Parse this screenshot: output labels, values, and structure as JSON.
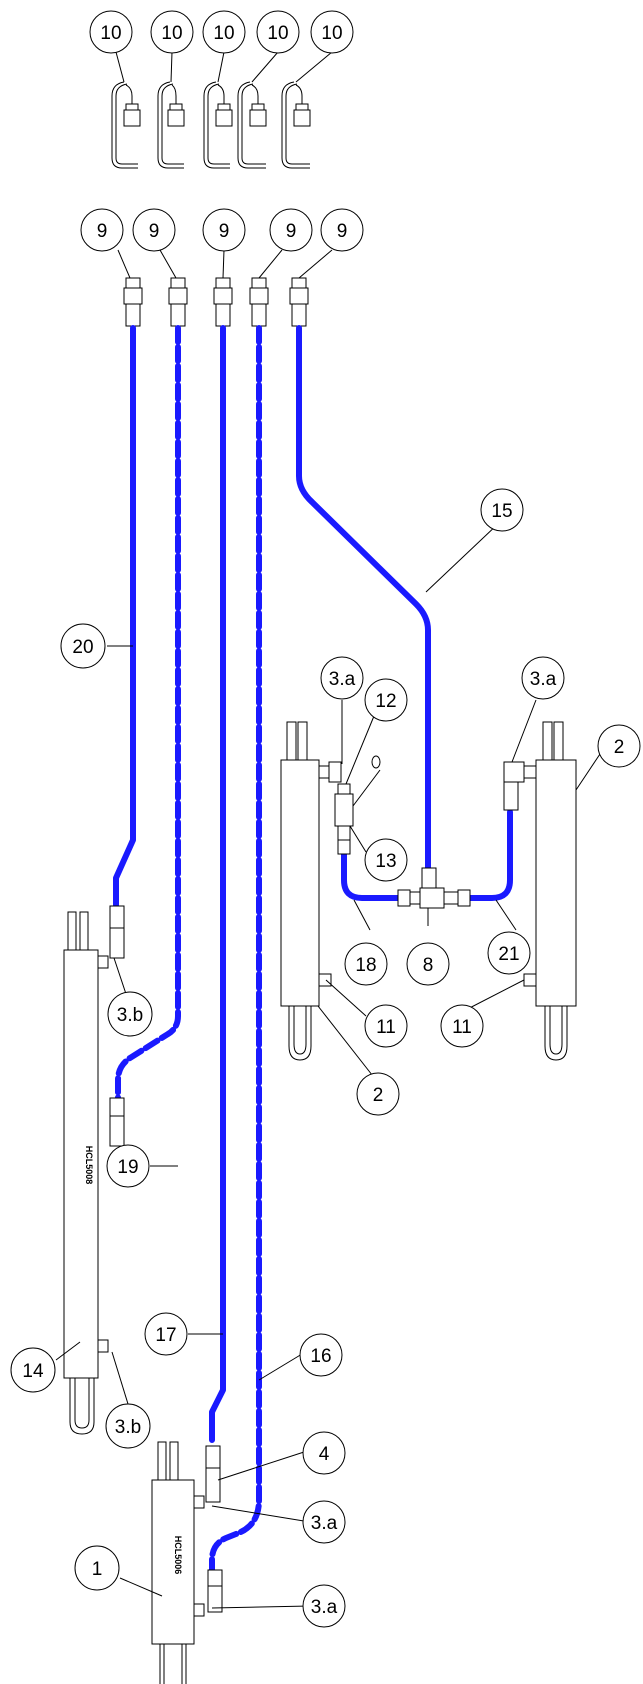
{
  "colors": {
    "hose": "#1a1aff",
    "line": "#000000",
    "background": "#ffffff"
  },
  "callouts": {
    "c10a": "10",
    "c10b": "10",
    "c10c": "10",
    "c10d": "10",
    "c10e": "10",
    "c9a": "9",
    "c9b": "9",
    "c9c": "9",
    "c9d": "9",
    "c9e": "9",
    "c20": "20",
    "c15": "15",
    "c3a_1": "3.a",
    "c12": "12",
    "c3a_2": "3.a",
    "c2_top": "2",
    "c13": "13",
    "c18": "18",
    "c8": "8",
    "c21": "21",
    "c11_left": "11",
    "c11_right": "11",
    "c2_bottom": "2",
    "c3b_top": "3.b",
    "c19": "19",
    "c17": "17",
    "c16": "16",
    "c14": "14",
    "c3b_bottom": "3.b",
    "c4": "4",
    "c3a_3": "3.a",
    "c1": "1",
    "c3a_4": "3.a"
  },
  "part_labels": {
    "tank_14": "HCL5008",
    "tank_1": "HCL5006"
  }
}
